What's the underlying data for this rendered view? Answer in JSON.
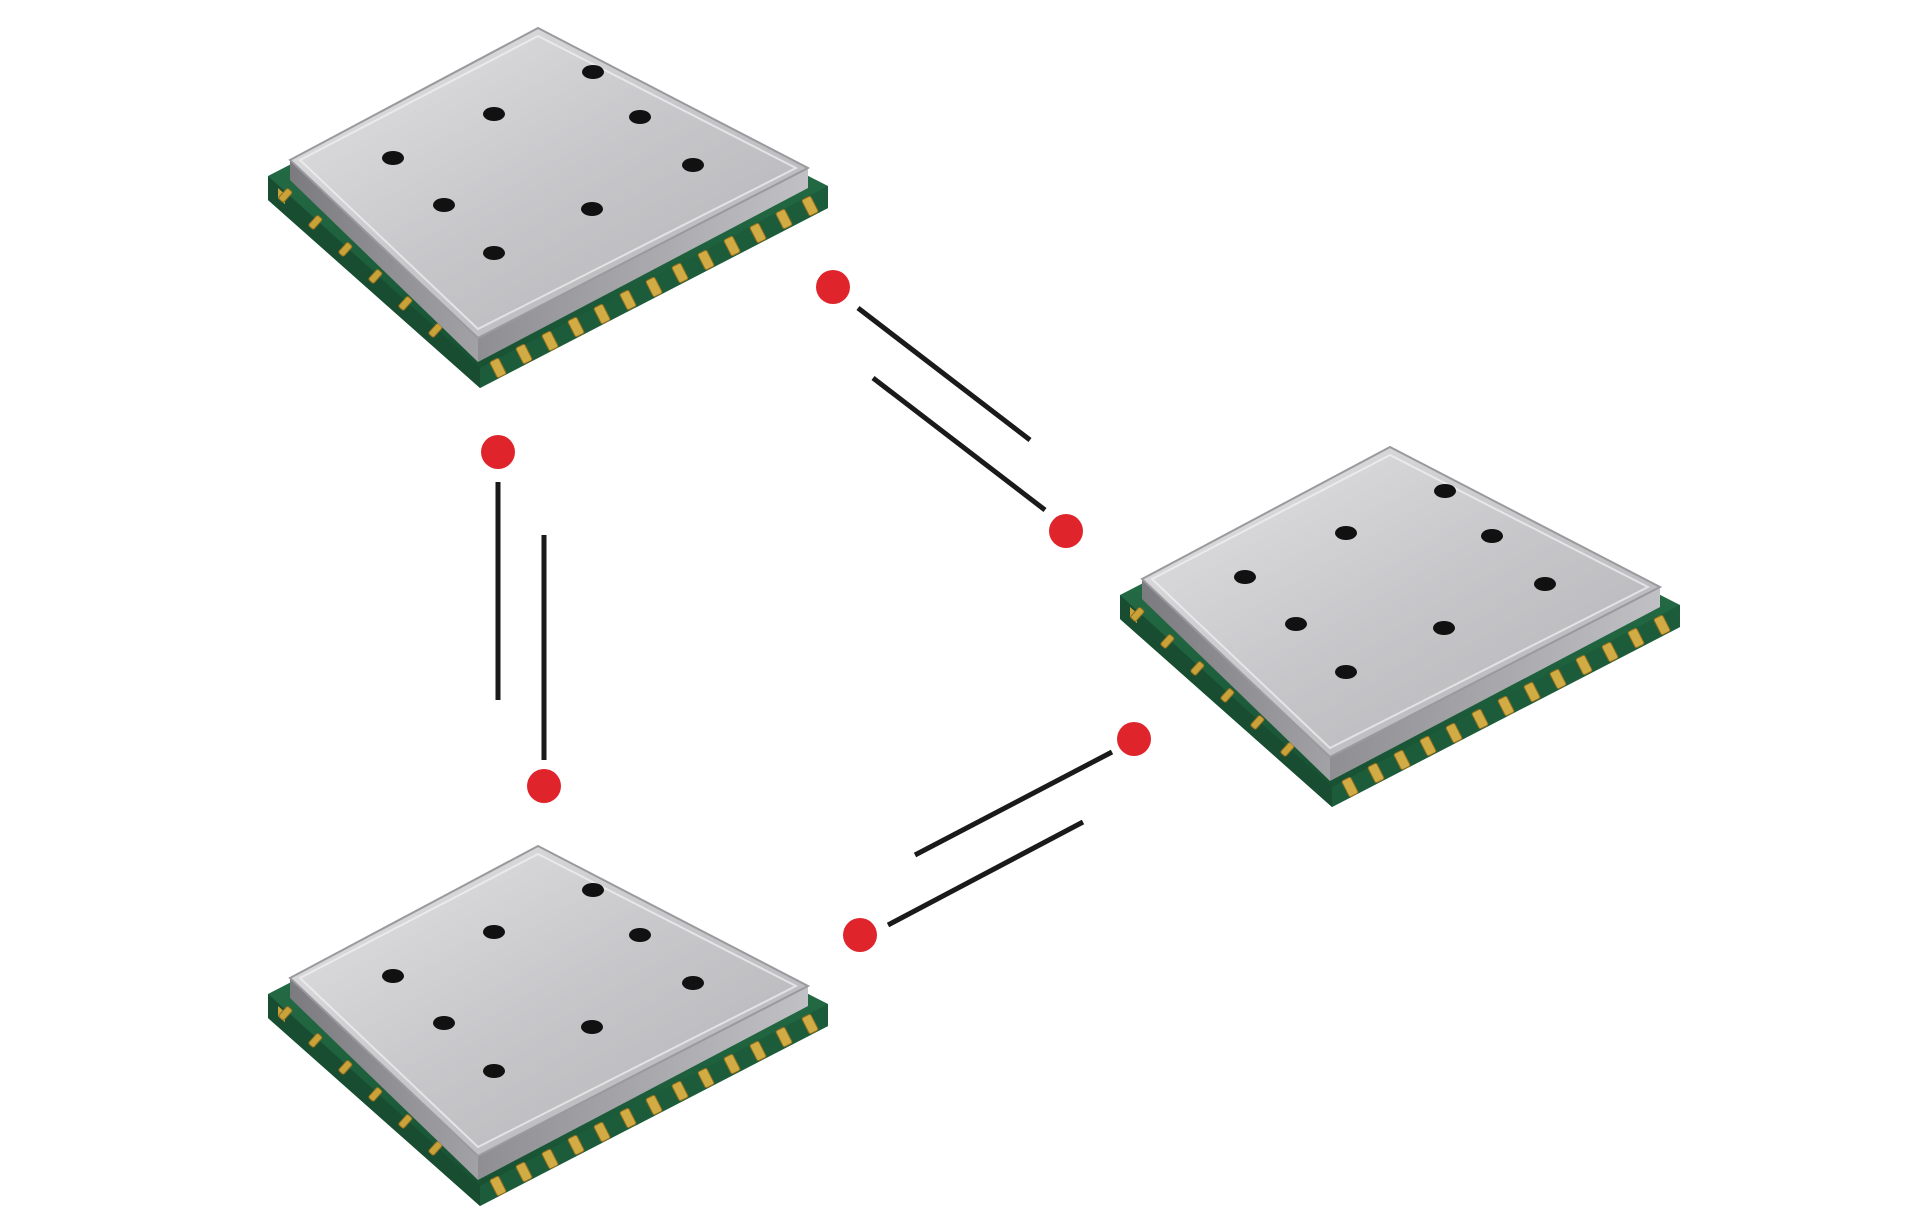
{
  "diagram": {
    "modules": [
      {
        "id": "module-top-left"
      },
      {
        "id": "module-right"
      },
      {
        "id": "module-bottom-left"
      }
    ],
    "links": [
      {
        "from": "module-top-left",
        "to": "module-right",
        "style": "double-line"
      },
      {
        "from": "module-top-left",
        "to": "module-bottom-left",
        "style": "double-line"
      },
      {
        "from": "module-bottom-left",
        "to": "module-right",
        "style": "double-line"
      }
    ]
  },
  "colors": {
    "background": "#ffffff",
    "shield_light": "#d6d6d8",
    "shield_dark": "#8a8a8e",
    "pcb_green": "#1f6b43",
    "pad_gold": "#c9a23a",
    "hole": "#111111",
    "link_line": "#1a1a1a",
    "endpoint_dot": "#e0242c"
  },
  "icons": [
    "rf-module-icon",
    "connection-endpoint-dot"
  ]
}
